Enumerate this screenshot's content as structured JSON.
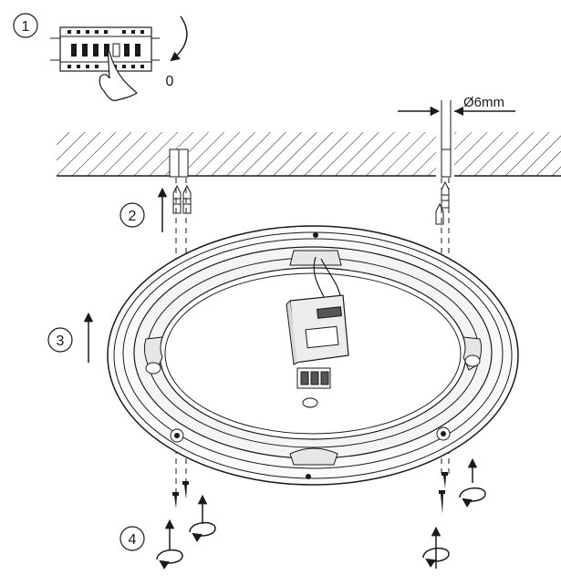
{
  "steps": [
    {
      "number": "1",
      "text": "0"
    },
    {
      "number": "2"
    },
    {
      "number": "3"
    },
    {
      "number": "4"
    }
  ],
  "dimension": {
    "hole_diameter": "Ø6mm"
  },
  "colors": {
    "line": "#1a1a1a",
    "fill_light": "#f2f2f2",
    "fill_mid": "#d9d9d9",
    "fill_dark": "#555555"
  }
}
